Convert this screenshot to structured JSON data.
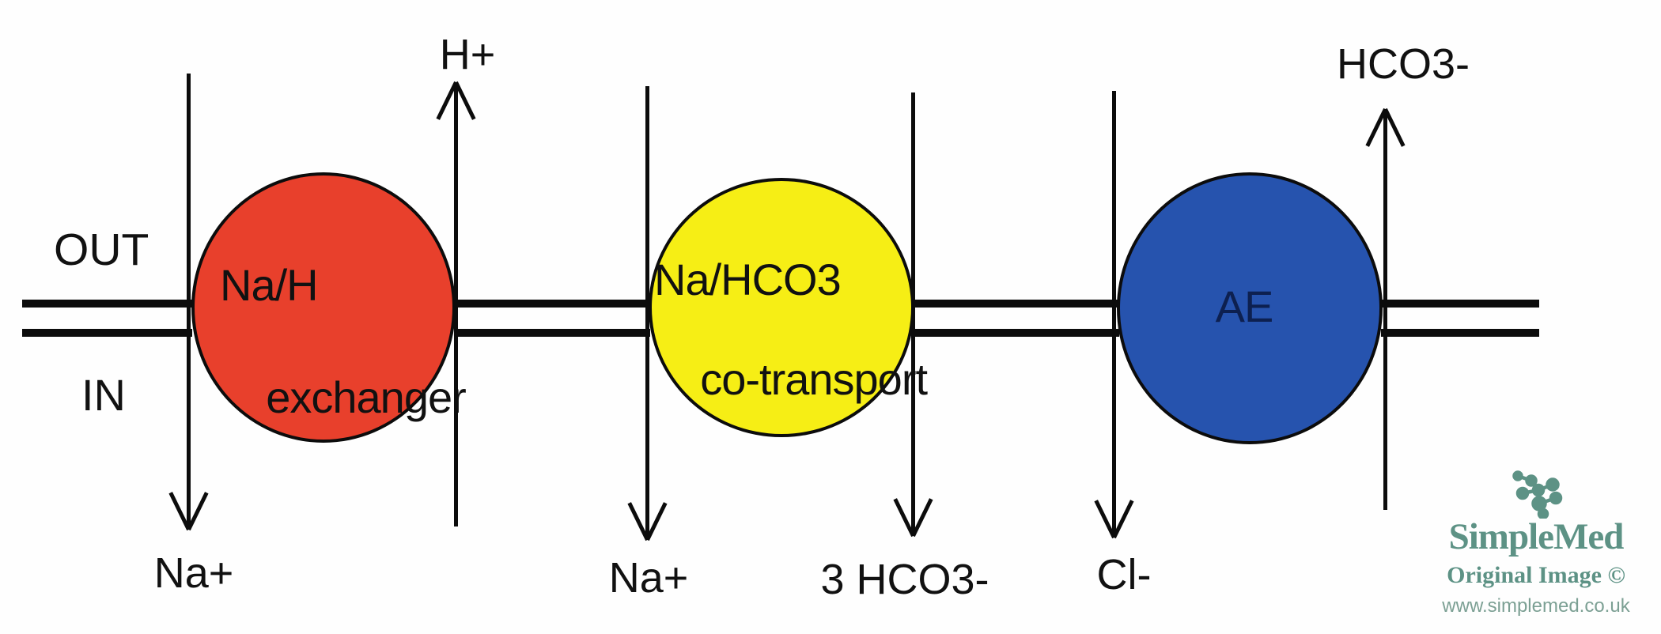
{
  "membrane_labels": {
    "outside": "OUT",
    "inside": "IN"
  },
  "transporters": [
    {
      "name": "Na/H exchanger",
      "line1": "Na/H",
      "line2": "exchanger",
      "fill": "#e8402c"
    },
    {
      "name": "Na/HCO3 co-transport",
      "line1": "Na/HCO3",
      "line2": "co-transport",
      "fill": "#f6ee15"
    },
    {
      "name": "AE",
      "line1": "AE",
      "line2": "",
      "fill": "#2653ae"
    }
  ],
  "ion_flows": [
    {
      "ion": "Na+",
      "direction": "in"
    },
    {
      "ion": "H+",
      "direction": "out"
    },
    {
      "ion": "Na+",
      "direction": "in"
    },
    {
      "ion": "3 HCO3-",
      "direction": "in"
    },
    {
      "ion": "Cl-",
      "direction": "in"
    },
    {
      "ion": "HCO3-",
      "direction": "out"
    }
  ],
  "watermark": {
    "brand": "SimpleMed",
    "notice": "Original Image ©",
    "url": "www.simplemed.co.uk",
    "brand_color": "#5d9285",
    "url_color": "#7ca094"
  }
}
